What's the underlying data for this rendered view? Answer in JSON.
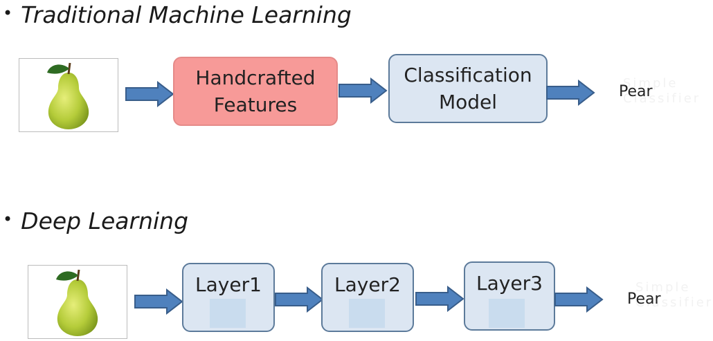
{
  "sections": {
    "traditional": {
      "heading": "Traditional Machine Learning",
      "features_line1": "Handcrafted",
      "features_line2": "Features",
      "model_line1": "Classification",
      "model_line2": "Model",
      "output": "Pear",
      "ghost_line1": "Simple",
      "ghost_line2": "Classifier"
    },
    "deep": {
      "heading": "Deep Learning",
      "layers": [
        "Layer1",
        "Layer2",
        "Layer3"
      ],
      "output": "Pear",
      "ghost_line1": "Simple",
      "ghost_line2": "Classifier"
    }
  },
  "bullet": "•",
  "colors": {
    "features_fill": "#f79a98",
    "box_fill": "#dce6f2",
    "box_border": "#5c7a9a",
    "arrow_fill": "#4f81bd",
    "arrow_stroke": "#385d8a",
    "pear_body": "#b5cc3a",
    "leaf": "#2e6b22"
  },
  "icons": [
    "bullet-icon",
    "pear-image",
    "arrow-right-icon"
  ]
}
